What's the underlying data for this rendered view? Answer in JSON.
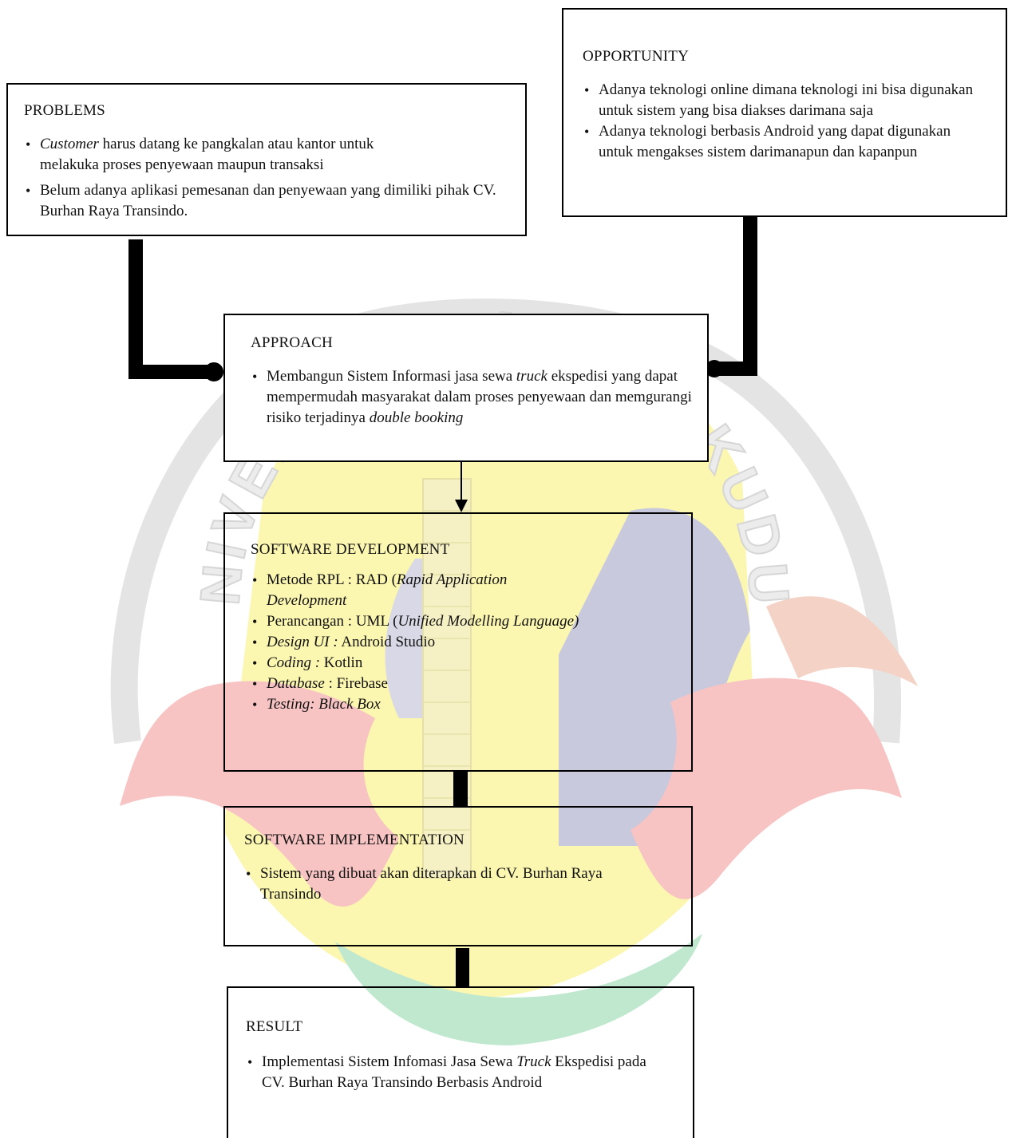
{
  "problems": {
    "title": "PROBLEMS",
    "item1_em": "Customer",
    "item1_rest": " harus datang ke pangkalan atau kantor untuk melakuka proses penyewaan maupun transaksi",
    "item2": "Belum adanya aplikasi pemesanan dan penyewaan yang dimiliki pihak CV. Burhan Raya Transindo."
  },
  "opportunity": {
    "title": "OPPORTUNITY",
    "item1": "Adanya teknologi online dimana teknologi ini bisa digunakan untuk sistem yang bisa diakses darimana saja",
    "item2": "Adanya teknologi berbasis Android yang dapat digunakan untuk mengakses sistem darimanapun dan kapanpun"
  },
  "approach": {
    "title": "APPROACH",
    "item1_a": "Membangun Sistem Informasi jasa sewa ",
    "item1_em1": "truck",
    "item1_b": " ekspedisi yang dapat mempermudah masyarakat dalam proses penyewaan dan memgurangi risiko terjadinya ",
    "item1_em2": "double booking"
  },
  "software_development": {
    "title": "SOFTWARE DEVELOPMENT",
    "m1_a": "Metode RPL : RAD (",
    "m1_em": "Rapid Application Development",
    "m2_a": "Perancangan : UML (",
    "m2_em": "Unified Modelling Language)",
    "m3_em": "Design UI :",
    "m3_b": " Android Studio",
    "m4_em": "Coding :",
    "m4_b": " Kotlin",
    "m5_em": "Database",
    "m5_b": " : Firebase",
    "m6_em": "Testing: Black Box"
  },
  "software_implementation": {
    "title": "SOFTWARE IMPLEMENTATION",
    "item1": "Sistem yang dibuat akan diterapkan di CV. Burhan Raya Transindo"
  },
  "result": {
    "title": "RESULT",
    "item1_a": "Implementasi Sistem Infomasi Jasa Sewa ",
    "item1_em": "Truck",
    "item1_b": " Ekspedisi pada CV. Burhan Raya Transindo Berbasis Android"
  },
  "watermark": {
    "text": "UNIVERSITAS MURIA KUDUS",
    "colors": {
      "yellow": "#fbf6b0",
      "red": "#f7c3c3",
      "blue": "#c9c9de",
      "green": "#bfe8cf",
      "grey": "#dedede"
    }
  }
}
